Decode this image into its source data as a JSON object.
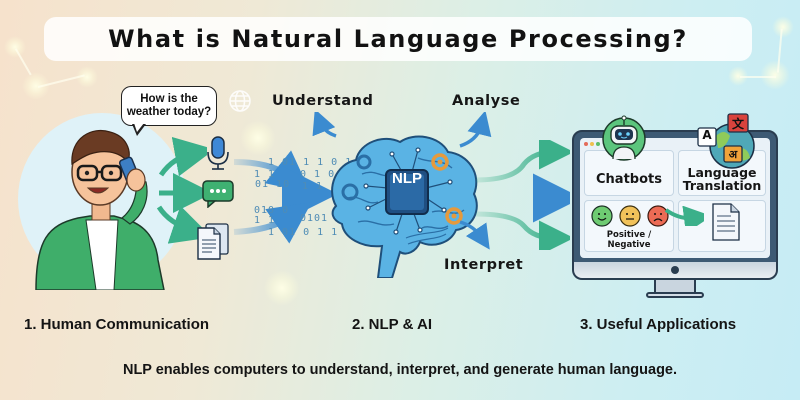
{
  "title": "What is Natural Language Processing?",
  "speech_bubble": "How is the weather today?",
  "process_labels": {
    "understand": "Understand",
    "analyse": "Analyse",
    "interpret": "Interpret"
  },
  "brain_chip_label": "NLP",
  "binary_streams": [
    "1 01 1 1 0 1 1",
    "1 1",
    "01 10",
    "0 1 0",
    "1 1",
    "010 0",
    "1 1",
    "0101",
    "1 01  0 1 1 1 1 0 0 1"
  ],
  "input_icons": [
    "microphone-icon",
    "chat-message-icon",
    "document-icon"
  ],
  "applications": {
    "chatbots": "Chatbots",
    "translation": "Language Translation",
    "translation_glyphs": [
      "A",
      "文",
      "अ"
    ],
    "sentiment": "Positive / Negative",
    "sentiment_faces": [
      "happy",
      "neutral",
      "sad"
    ]
  },
  "section_captions": {
    "one": "1. Human Communication",
    "two": "2. NLP & AI",
    "three": "3. Useful Applications"
  },
  "footer": "NLP enables computers to understand, interpret, and generate human language.",
  "colors": {
    "blue_arrow": "#3b8bd0",
    "green_arrow": "#3bb08a",
    "brain": "#4aa8dc",
    "gear": "#e69a3c",
    "shirt": "#3fae6a"
  }
}
